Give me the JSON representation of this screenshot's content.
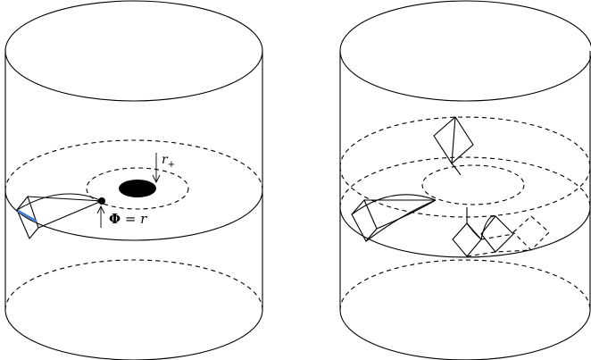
{
  "labels": {
    "horizon": {
      "main": "r",
      "sub": "+"
    },
    "phi": {
      "symbol": "Φ",
      "rest": " = r"
    }
  },
  "colors": {
    "line": "#000000",
    "highlight": "#4a7fd0",
    "hole": "#000000"
  }
}
